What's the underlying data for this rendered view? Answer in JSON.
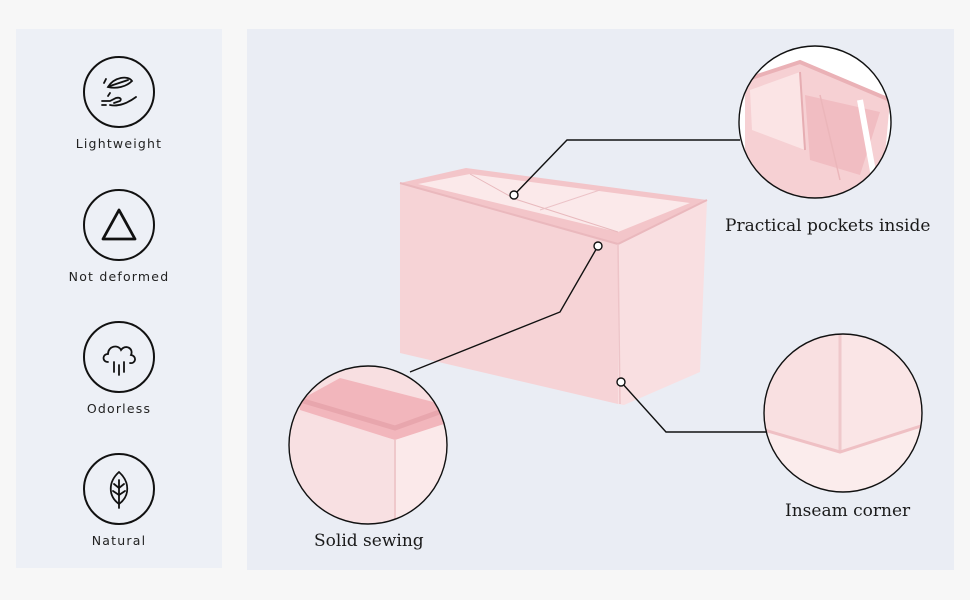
{
  "features": [
    {
      "label": "Lightweight",
      "icon": "feather-hand-icon"
    },
    {
      "label": "Not deformed",
      "icon": "triangle-icon"
    },
    {
      "label": "Odorless",
      "icon": "cloud-icon"
    },
    {
      "label": "Natural",
      "icon": "leaf-icon"
    }
  ],
  "callouts": {
    "pockets": "Practical pockets inside",
    "sewing": "Solid sewing",
    "corner": "Inseam corner"
  },
  "colors": {
    "product_pink": "#f6d3d5",
    "product_shadow": "#ecbcc0",
    "panel_bg": "#eaedf4",
    "left_panel_bg": "#edf0f6"
  }
}
